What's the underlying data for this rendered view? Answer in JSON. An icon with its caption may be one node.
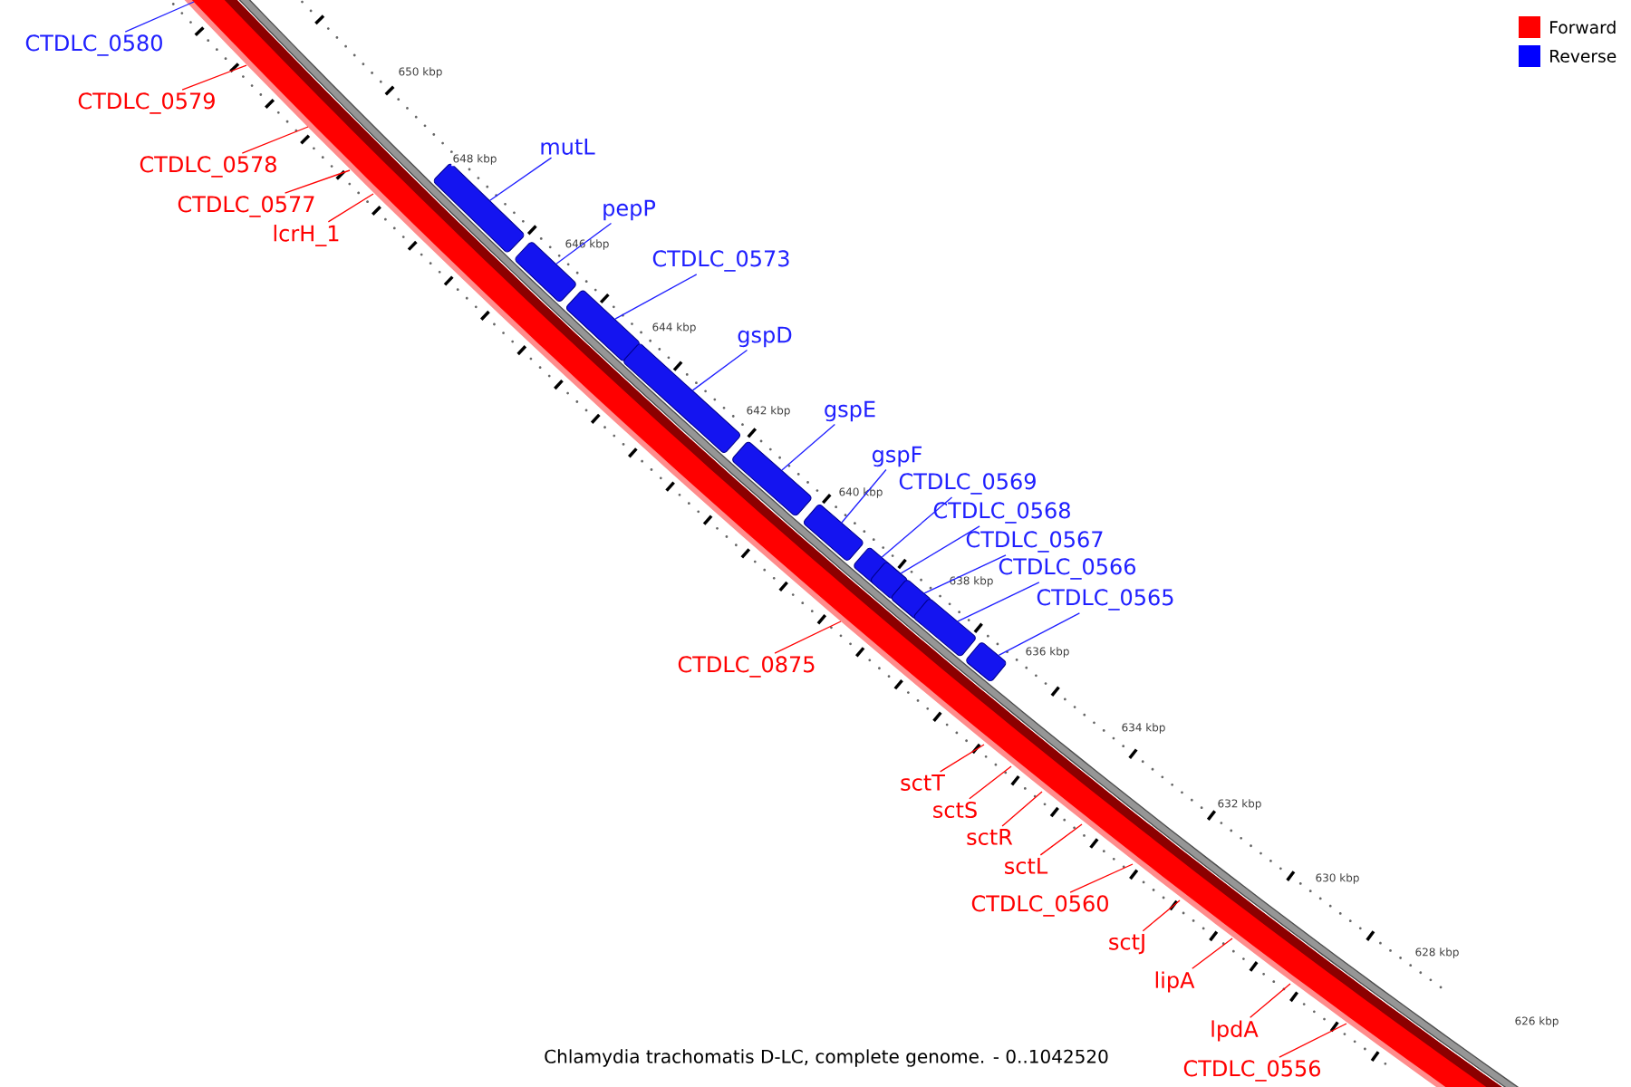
{
  "diagram": {
    "caption": "Chlamydia trachomatis D-LC, complete genome. - 0..1042520",
    "nodes": [
      {
        "text": [
          "CTDLC_0580"
        ]
      },
      {
        "text": [
          "CTDLC_0579"
        ]
      },
      {
        "text": [
          "mutL"
        ]
      },
      {
        "text": [
          "CTDLC_0578"
        ]
      },
      {
        "text": [
          "CTDLC_0577"
        ]
      },
      {
        "text": [
          "pepP"
        ]
      },
      {
        "text": [
          "lcrH_1"
        ]
      },
      {
        "text": [
          "CTDLC_0573"
        ]
      },
      {
        "text": [
          "gspD"
        ]
      },
      {
        "text": [
          "gspE"
        ]
      },
      {
        "text": [
          "gspF"
        ]
      },
      {
        "text": [
          "CTDLC_0569"
        ]
      },
      {
        "text": [
          "CTDLC_0568"
        ]
      },
      {
        "text": [
          "CTDLC_0567"
        ]
      },
      {
        "text": [
          "CTDLC_0566"
        ]
      },
      {
        "text": [
          "CTDLC_0565"
        ]
      },
      {
        "text": [
          "CTDLC_0875"
        ]
      },
      {
        "text": [
          "sctT"
        ]
      },
      {
        "text": [
          "sctS"
        ]
      },
      {
        "text": [
          "sctR"
        ]
      },
      {
        "text": [
          "sctL"
        ]
      },
      {
        "text": [
          "CTDLC_0560"
        ]
      },
      {
        "text": [
          "sctJ"
        ]
      },
      {
        "text": [
          "lipA"
        ]
      },
      {
        "text": [
          "lpdA"
        ]
      },
      {
        "text": [
          "CTDLC_0556"
        ]
      },
      {
        "text": [],
        "shape": "box"
      },
      {
        "text": [],
        "shape": "box"
      },
      {
        "text": [],
        "shape": "box"
      },
      {
        "text": [],
        "shape": "box"
      },
      {
        "text": [],
        "shape": "box"
      },
      {
        "text": [],
        "shape": "box"
      },
      {
        "text": [],
        "shape": "box"
      },
      {
        "text": [],
        "shape": "box"
      },
      {
        "text": [],
        "shape": "box"
      },
      {
        "text": [],
        "shape": "box"
      },
      {
        "text": [],
        "shape": "box"
      }
    ],
    "edges": [
      {
        "from": 0,
        "to": null,
        "arrow": "none",
        "color": "#2020ff"
      },
      {
        "from": 1,
        "to": null,
        "arrow": "none"
      },
      {
        "from": 2,
        "to": 26,
        "arrow": "none",
        "color": "#2020ff"
      },
      {
        "from": 3,
        "to": null,
        "arrow": "none"
      },
      {
        "from": 4,
        "to": null,
        "arrow": "none"
      },
      {
        "from": 5,
        "to": 27,
        "arrow": "none",
        "color": "#2020ff"
      },
      {
        "from": 6,
        "to": null,
        "arrow": "none"
      },
      {
        "from": 7,
        "to": 28,
        "arrow": "none",
        "color": "#2020ff"
      },
      {
        "from": 8,
        "to": 29,
        "arrow": "none",
        "color": "#2020ff"
      },
      {
        "from": 9,
        "to": 30,
        "arrow": "none",
        "color": "#2020ff"
      },
      {
        "from": 10,
        "to": 31,
        "arrow": "none",
        "color": "#2020ff"
      },
      {
        "from": 11,
        "to": 32,
        "arrow": "none",
        "color": "#2020ff"
      },
      {
        "from": 12,
        "to": 33,
        "arrow": "none",
        "color": "#2020ff"
      },
      {
        "from": 13,
        "to": 34,
        "arrow": "none",
        "color": "#2020ff"
      },
      {
        "from": 14,
        "to": 35,
        "arrow": "none",
        "color": "#2020ff"
      },
      {
        "from": 15,
        "to": 36,
        "arrow": "none",
        "color": "#2020ff"
      },
      {
        "from": 16,
        "to": null,
        "arrow": "none"
      },
      {
        "from": 17,
        "to": null,
        "arrow": "none"
      },
      {
        "from": 18,
        "to": null,
        "arrow": "none"
      },
      {
        "from": 19,
        "to": null,
        "arrow": "none"
      },
      {
        "from": 20,
        "to": null,
        "arrow": "none"
      },
      {
        "from": 21,
        "to": null,
        "arrow": "none"
      },
      {
        "from": 22,
        "to": null,
        "arrow": "none"
      },
      {
        "from": 23,
        "to": null,
        "arrow": "none"
      },
      {
        "from": 24,
        "to": null,
        "arrow": "none"
      },
      {
        "from": 25,
        "to": null,
        "arrow": "none"
      }
    ],
    "labels": [
      "650 kbp",
      "648 kbp",
      "646 kbp",
      "644 kbp",
      "642 kbp",
      "640 kbp",
      "638 kbp",
      "636 kbp",
      "634 kbp",
      "632 kbp",
      "630 kbp",
      "628 kbp",
      "626 kbp"
    ],
    "legend": [
      {
        "text": "Forward",
        "color": "#ff0000"
      },
      {
        "text": "Reverse",
        "color": "#0000ff"
      }
    ]
  }
}
